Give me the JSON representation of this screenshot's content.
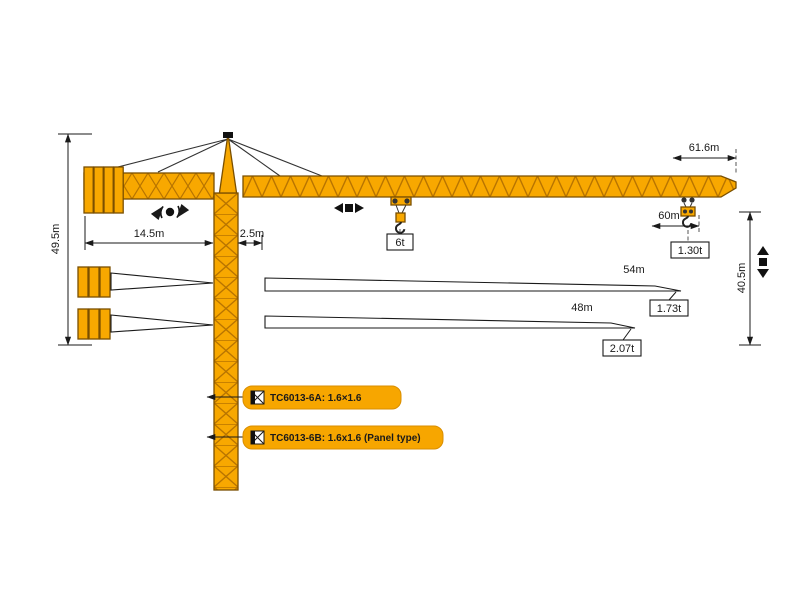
{
  "colors": {
    "crane_yellow": "#F8A800",
    "crane_outline": "#7A4F00",
    "line": "#1A1A1A",
    "legend_fill": "#F7A600"
  },
  "dimensions": {
    "total_span": "61.6m",
    "tower_height": "49.5m",
    "counter_jib_length": "14.5m",
    "jib_offset": "2.5m",
    "max_radius": "60m",
    "hook_travel": "40.5m",
    "jib_variant_54": "54m",
    "jib_variant_48": "48m"
  },
  "loads": {
    "rated_load": "6t",
    "tip_load_60m": "1.30t",
    "tip_load_54m": "1.73t",
    "tip_load_48m": "2.07t"
  },
  "legend": [
    {
      "label": "TC6013-6A: 1.6×1.6"
    },
    {
      "label": "TC6013-6B: 1.6x1.6 (Panel type)"
    }
  ],
  "icons": {
    "slewing": "rotation-arrows",
    "trolley_travel": "left-right-arrows",
    "hoisting": "up-down-arrows",
    "mast_section": "square-cross"
  }
}
